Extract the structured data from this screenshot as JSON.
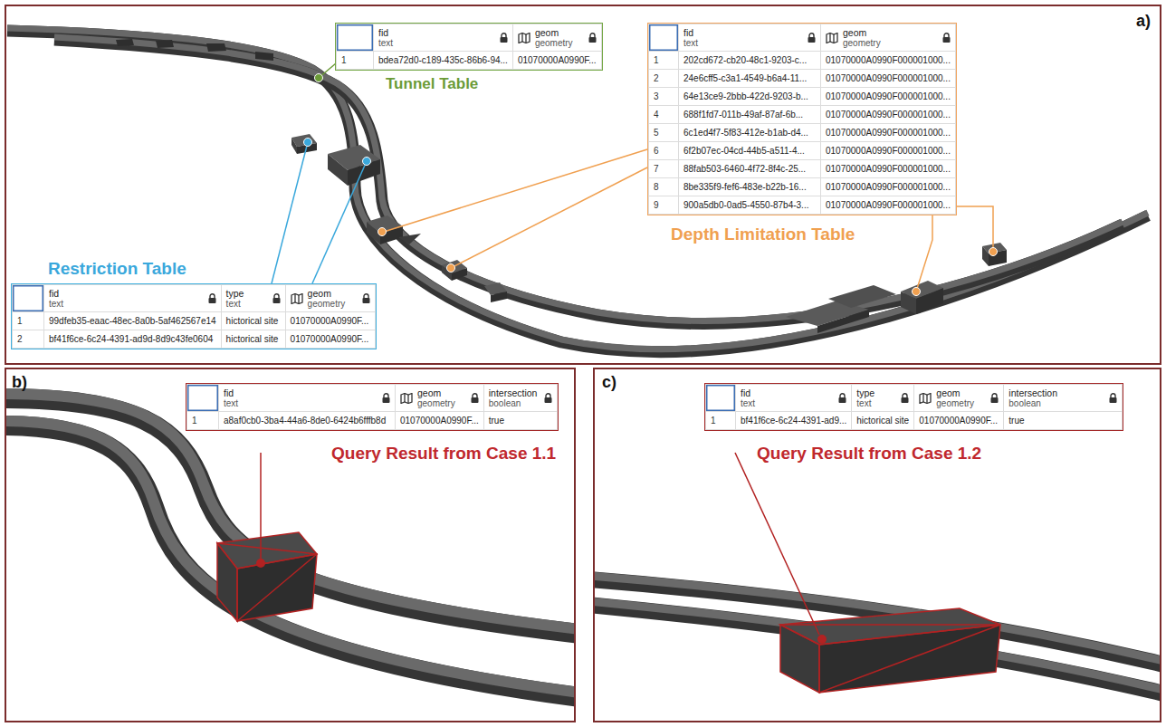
{
  "diagram": {
    "nodes": [
      {
        "text": [
          "a)"
        ]
      },
      {
        "text": [
          "Tunnel Table",
          "fid",
          "text",
          "geom",
          "geometry",
          "1",
          "bdea72d0-c189-435c-86b6-94...",
          "01070000A0990F..."
        ],
        "in": 0
      },
      {
        "text": [
          "Depth Limitation Table",
          "fid",
          "text",
          "geom",
          "geometry",
          "1",
          "202cd672-cb20-48c1-9203-c...",
          "01070000A0990F000001000...",
          "2",
          "24e6cff5-c3a1-4549-b6a4-11...",
          "01070000A0990F000001000...",
          "3",
          "64e13ce9-2bbb-422d-9203-b...",
          "01070000A0990F000001000...",
          "4",
          "688f1fd7-011b-49af-87af-6b...",
          "01070000A0990F000001000...",
          "5",
          "6c1ed4f7-5f83-412e-b1ab-d4...",
          "01070000A0990F000001000...",
          "6",
          "6f2b07ec-04cd-44b5-a511-4...",
          "01070000A0990F000001000...",
          "7",
          "88fab503-6460-4f72-8f4c-25...",
          "01070000A0990F000001000...",
          "8",
          "8be335f9-fef6-483e-b22b-16...",
          "01070000A0990F000001000...",
          "9",
          "900a5db0-0ad5-4550-87b4-3...",
          "01070000A0990F000001000..."
        ],
        "in": 0
      },
      {
        "text": [
          "Restriction Table",
          "fid",
          "text",
          "type",
          "text",
          "geom",
          "geometry",
          "1",
          "99dfeb35-eaac-48ec-8a0b-5af462567e14",
          "hictorical site",
          "01070000A0990F...",
          "2",
          "bf41f6ce-6c24-4391-ad9d-8d9c43fe0604",
          "hictorical site",
          "01070000A0990F..."
        ],
        "in": 0
      },
      {
        "text": [
          "b)"
        ]
      },
      {
        "text": [
          "Query Result from Case 1.1",
          "fid",
          "text",
          "geom",
          "geometry",
          "intersection",
          "boolean",
          "1",
          "a8af0cb0-3ba4-44a6-8de0-6424b6fffb8d",
          "01070000A0990F...",
          "true"
        ],
        "in": 4
      },
      {
        "text": [
          "c)"
        ]
      },
      {
        "text": [
          "Query Result from Case 1.2",
          "fid",
          "text",
          "type",
          "text",
          "geom",
          "geometry",
          "intersection",
          "boolean",
          "1",
          "bf41f6ce-6c24-4391-ad9...",
          "hictorical site",
          "01070000A0990F...",
          "true"
        ],
        "in": 6
      }
    ]
  }
}
